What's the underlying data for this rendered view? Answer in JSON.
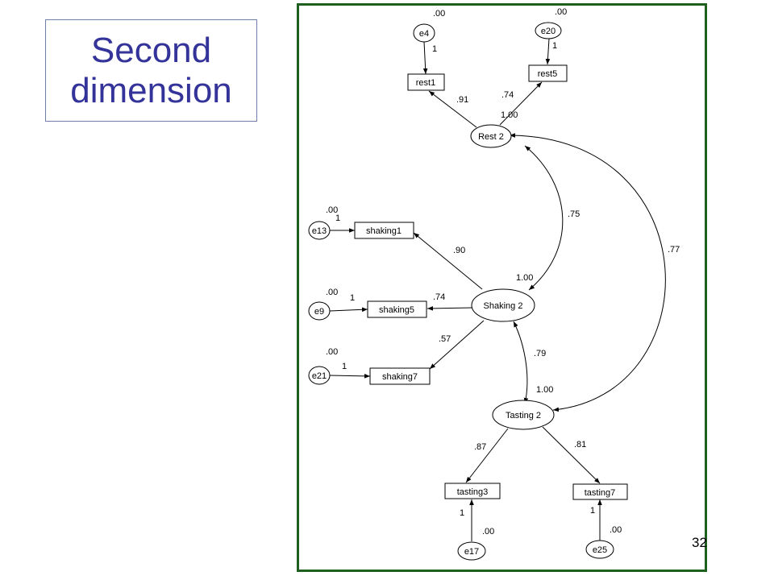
{
  "slide": {
    "title": "Second\ndimension",
    "page_number": "32"
  },
  "colors": {
    "title_text": "#333399",
    "frame_border": "#1f5f1f"
  },
  "diagram": {
    "latent": {
      "rest2": "Rest 2",
      "shaking2": "Shaking 2",
      "tasting2": "Tasting 2"
    },
    "indicators": {
      "rest1": "rest1",
      "rest5": "rest5",
      "shaking1": "shaking1",
      "shaking5": "shaking5",
      "shaking7": "shaking7",
      "tasting3": "tasting3",
      "tasting7": "tasting7"
    },
    "errors": {
      "e4": "e4",
      "e20": "e20",
      "e13": "e13",
      "e9": "e9",
      "e21": "e21",
      "e17": "e17",
      "e25": "e25"
    },
    "error_variances": {
      "e4": ".00",
      "e20": ".00",
      "e13": ".00",
      "e9": ".00",
      "e21": ".00",
      "e17": ".00",
      "e25": ".00"
    },
    "error_paths": {
      "e4": "1",
      "e20": "1",
      "e13": "1",
      "e9": "1",
      "e21": "1",
      "e17": "1",
      "e25": "1"
    },
    "loadings": {
      "rest1": ".91",
      "rest5": ".74",
      "shaking1": ".90",
      "shaking5": ".74",
      "shaking7": ".57",
      "tasting3": ".87",
      "tasting7": ".81"
    },
    "factor_variances": {
      "rest2": "1.00",
      "shaking2": "1.00",
      "tasting2": "1.00"
    },
    "correlations": {
      "rest_shaking": ".75",
      "shaking_tasting": ".79",
      "rest_tasting": ".77"
    }
  }
}
